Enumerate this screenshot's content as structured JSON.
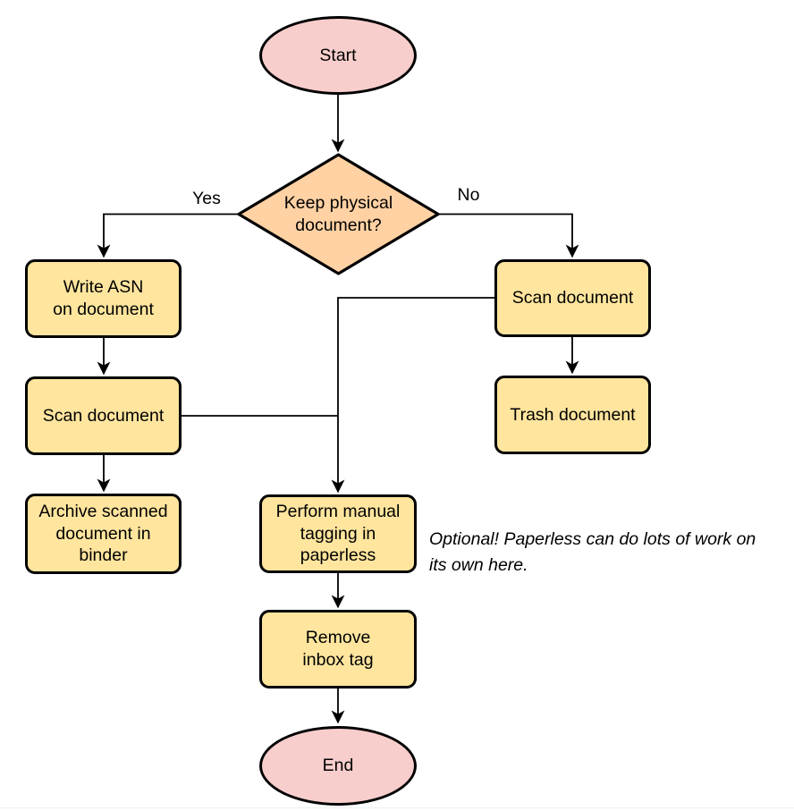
{
  "diagram": {
    "type": "flowchart",
    "nodes": {
      "start": {
        "label": "Start",
        "shape": "terminal"
      },
      "decision": {
        "label": "Keep physical\ndocument?",
        "shape": "decision"
      },
      "write_asn": {
        "label": "Write ASN\non document",
        "shape": "process"
      },
      "scan_left": {
        "label": "Scan document",
        "shape": "process"
      },
      "archive": {
        "label": "Archive scanned\ndocument in\nbinder",
        "shape": "process"
      },
      "scan_right": {
        "label": "Scan document",
        "shape": "process"
      },
      "trash": {
        "label": "Trash document",
        "shape": "process"
      },
      "tagging": {
        "label": "Perform manual\ntagging in\npaperless",
        "shape": "process"
      },
      "remove_inbox": {
        "label": "Remove\ninbox tag",
        "shape": "process"
      },
      "end": {
        "label": "End",
        "shape": "terminal"
      }
    },
    "edge_labels": {
      "yes": "Yes",
      "no": "No"
    },
    "edges": [
      "start -> decision",
      "decision -> write_asn [Yes]",
      "decision -> scan_right [No]",
      "write_asn -> scan_left",
      "scan_left -> archive",
      "scan_right -> trash",
      "scan_right -> tagging",
      "scan_left -> tagging",
      "tagging -> remove_inbox",
      "remove_inbox -> end"
    ],
    "note": "Optional! Paperless can do lots of work on\nits own here.",
    "colors": {
      "terminal_fill": "#f8cecc",
      "decision_fill": "#ffd1a3",
      "process_fill": "#ffe59e",
      "stroke": "#000000",
      "background": "#ffffff"
    }
  }
}
